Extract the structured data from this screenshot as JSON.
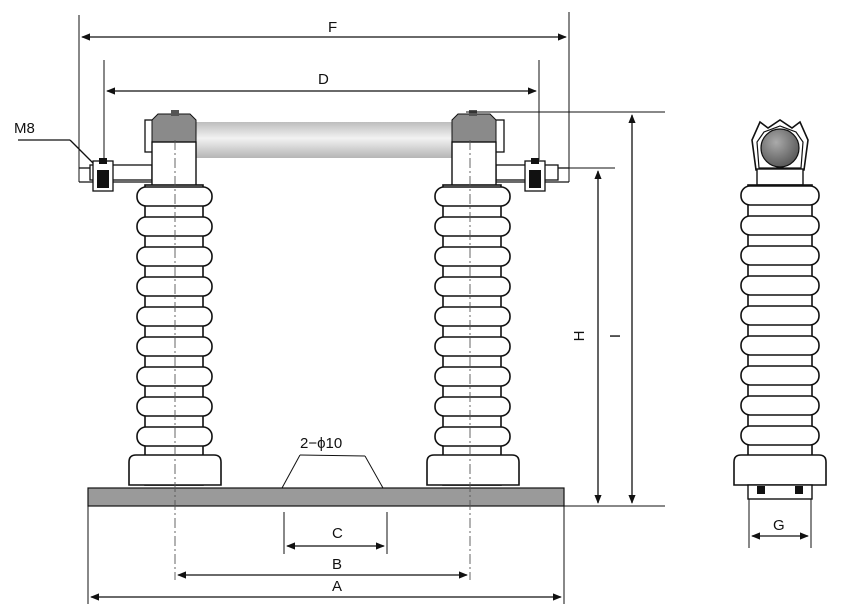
{
  "labels": {
    "F": "F",
    "D": "D",
    "M8": "M8",
    "H": "H",
    "I": "I",
    "holes": "2−ϕ10",
    "C": "C",
    "B": "B",
    "A": "A",
    "G": "G"
  },
  "colors": {
    "line": "#111111",
    "base_plate": "#9a9a9a",
    "fuse_tube": "#cfcfcf",
    "cap": "#8a8a8a"
  }
}
